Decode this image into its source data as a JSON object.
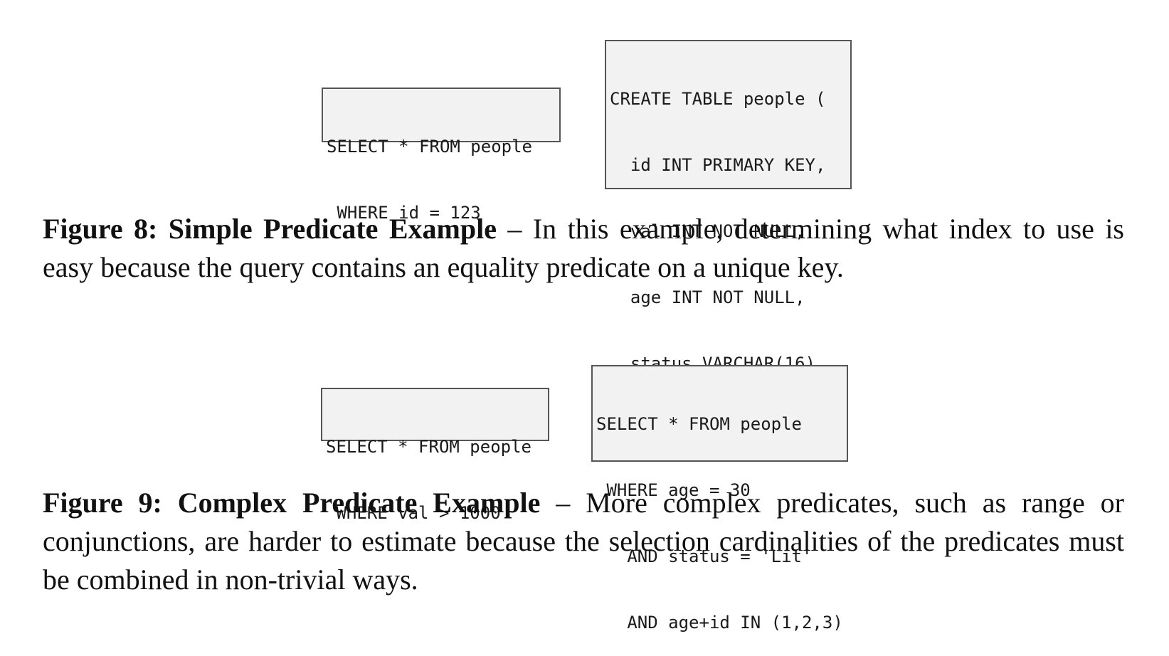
{
  "figure8": {
    "query_lines": [
      "SELECT * FROM people",
      " WHERE id = 123"
    ],
    "schema_lines": [
      "CREATE TABLE people (",
      "  id INT PRIMARY KEY,",
      "  val INT NOT NULL,",
      "  age INT NOT NULL,",
      "  status VARCHAR(16)",
      ");"
    ],
    "caption": {
      "label": "Figure 8: Simple Predicate Example",
      "text": " – In this example, determining what index to use is easy because the query contains an equality predicate on a unique key."
    }
  },
  "figure9": {
    "query_a_lines": [
      "SELECT * FROM people",
      " WHERE val > 1000"
    ],
    "query_b_lines": [
      "SELECT * FROM people",
      " WHERE age = 30",
      "   AND status = 'Lit'",
      "   AND age+id IN (1,2,3)"
    ],
    "caption": {
      "label": "Figure 9: Complex Predicate Example",
      "text": " – More complex predicates, such as range or conjunctions, are harder to estimate because the selection cardinalities of the predicates must be combined in non-trivial ways."
    }
  }
}
